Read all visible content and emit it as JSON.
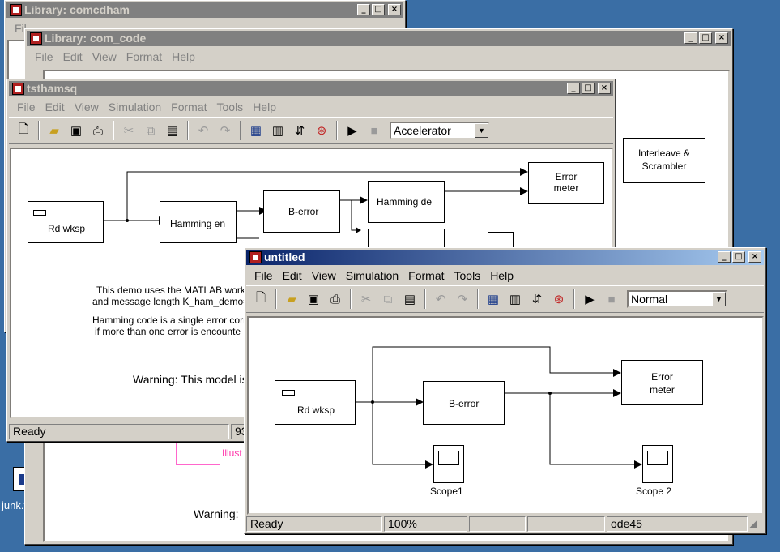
{
  "desktop": {
    "icon_label": "junk.tmp"
  },
  "win_comcdham": {
    "title": "Library: comcdham",
    "menu_first": "Fil"
  },
  "win_com_code": {
    "title": "Library: com_code",
    "menu": [
      "File",
      "Edit",
      "View",
      "Format",
      "Help"
    ],
    "blocks": {
      "interleave": "Interleave &\nScrambler"
    },
    "partial_text": {
      "illust": "Illust",
      "warning": "Warning:"
    }
  },
  "win_tsthamsq": {
    "title": "tsthamsq",
    "menu": [
      "File",
      "Edit",
      "View",
      "Simulation",
      "Format",
      "Tools",
      "Help"
    ],
    "mode": "Accelerator",
    "blocks": {
      "rd": "Rd wksp",
      "ham_en": "Hamming en",
      "berr": "B-error",
      "ham_de": "Hamming de",
      "err": "Error\nmeter"
    },
    "demo_lines": [
      "This demo uses the MATLAB works",
      "and message length K_ham_demo=",
      "Hamming code is a single error corr",
      "if more than one error is encounte"
    ],
    "warning": "Warning: This model is",
    "status": {
      "ready": "Ready",
      "zoom": "93"
    }
  },
  "win_untitled": {
    "title": "untitled",
    "menu": [
      "File",
      "Edit",
      "View",
      "Simulation",
      "Format",
      "Tools",
      "Help"
    ],
    "mode": "Normal",
    "blocks": {
      "rd": "Rd wksp",
      "berr": "B-error",
      "err": "Error\nmeter",
      "scope1": "Scope1",
      "scope2": "Scope 2"
    },
    "status": {
      "ready": "Ready",
      "zoom": "100%",
      "blank1": "",
      "blank2": "",
      "solver": "ode45"
    }
  },
  "title_buttons": {
    "min": "_",
    "max": "□",
    "close": "×"
  },
  "toolbar_icons": [
    "new-icon",
    "open-icon",
    "save-icon",
    "print-icon",
    "cut-icon",
    "copy-icon",
    "paste-icon",
    "undo-icon",
    "redo-icon",
    "library-icon",
    "model-browser-icon",
    "debug-icon",
    "target-icon",
    "start-icon",
    "stop-icon"
  ],
  "colors": {
    "active_title_start": "#0a246a",
    "active_title_end": "#a6caf0",
    "inactive_title": "#808080",
    "desktop": "#3a6ea5",
    "scope_border": "#ff66cc"
  }
}
